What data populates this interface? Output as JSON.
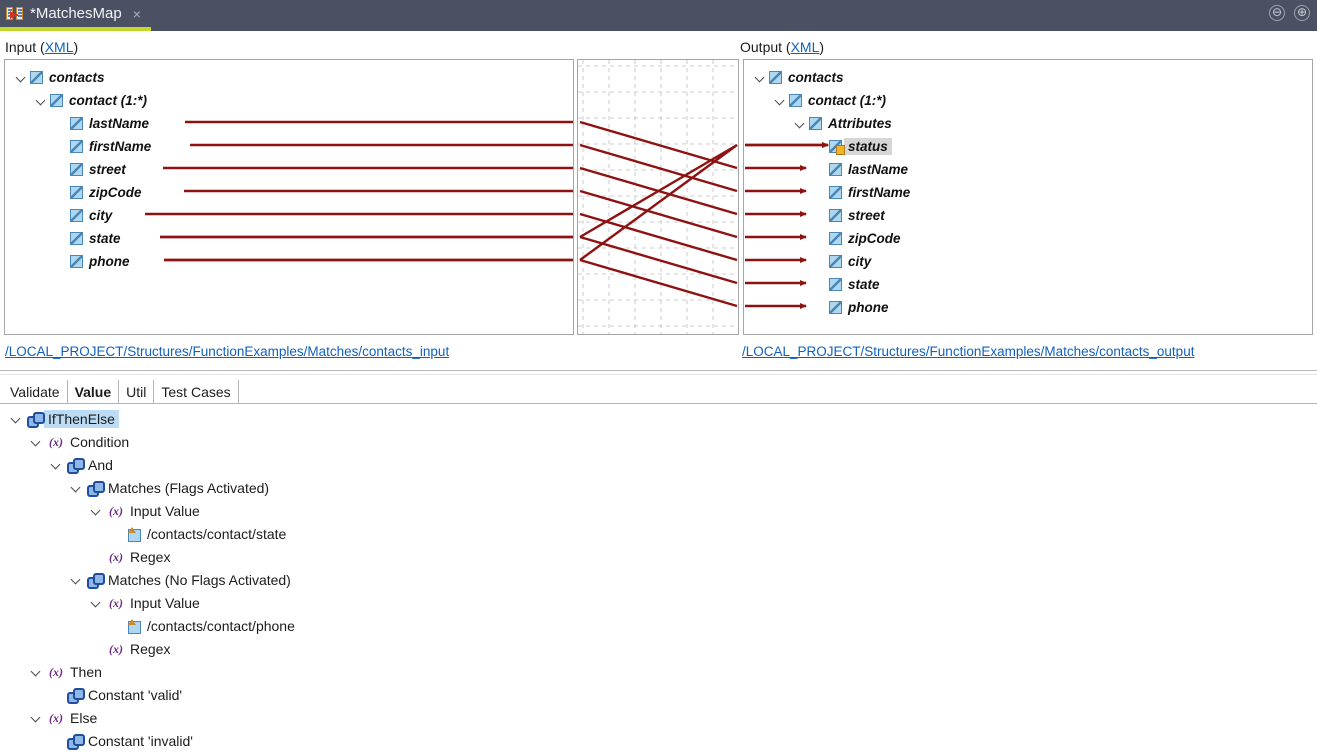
{
  "titlebar": {
    "tab_title": "*MatchesMap",
    "tab_icon": "mapping-icon",
    "close_label": "×",
    "minimize_label": "⊖",
    "maximize_label": "⊕",
    "bg_color": "#4b5162",
    "accent_color": "#c3d82c"
  },
  "input": {
    "label_prefix": "Input (",
    "label_link": "XML",
    "label_suffix": ")",
    "path": "/LOCAL_PROJECT/Structures/FunctionExamples/Matches/contacts_input",
    "nodes": [
      {
        "label": "contacts",
        "depth": 0,
        "expandable": true,
        "icon": "xml-element-icon",
        "selected": false
      },
      {
        "label": "contact (1:*)",
        "depth": 1,
        "expandable": true,
        "icon": "xml-element-icon",
        "selected": false
      },
      {
        "label": "lastName",
        "depth": 2,
        "expandable": false,
        "icon": "xml-element-icon",
        "selected": false
      },
      {
        "label": "firstName",
        "depth": 2,
        "expandable": false,
        "icon": "xml-element-icon",
        "selected": false
      },
      {
        "label": "street",
        "depth": 2,
        "expandable": false,
        "icon": "xml-element-icon",
        "selected": false
      },
      {
        "label": "zipCode",
        "depth": 2,
        "expandable": false,
        "icon": "xml-element-icon",
        "selected": false
      },
      {
        "label": "city",
        "depth": 2,
        "expandable": false,
        "icon": "xml-element-icon",
        "selected": false
      },
      {
        "label": "state",
        "depth": 2,
        "expandable": false,
        "icon": "xml-element-icon",
        "selected": false
      },
      {
        "label": "phone",
        "depth": 2,
        "expandable": false,
        "icon": "xml-element-icon",
        "selected": false
      }
    ]
  },
  "output": {
    "label_prefix": "Output (",
    "label_link": "XML",
    "label_suffix": ")",
    "path": "/LOCAL_PROJECT/Structures/FunctionExamples/Matches/contacts_output",
    "nodes": [
      {
        "label": "contacts",
        "depth": 0,
        "expandable": true,
        "icon": "xml-element-icon",
        "selected": false
      },
      {
        "label": "contact (1:*)",
        "depth": 1,
        "expandable": true,
        "icon": "xml-element-icon",
        "selected": false
      },
      {
        "label": "Attributes",
        "depth": 2,
        "expandable": true,
        "icon": "xml-element-icon",
        "selected": false
      },
      {
        "label": "status",
        "depth": 3,
        "expandable": false,
        "icon": "xml-attribute-icon",
        "selected": true
      },
      {
        "label": "lastName",
        "depth": 3,
        "expandable": false,
        "icon": "xml-element-icon",
        "selected": false
      },
      {
        "label": "firstName",
        "depth": 3,
        "expandable": false,
        "icon": "xml-element-icon",
        "selected": false
      },
      {
        "label": "street",
        "depth": 3,
        "expandable": false,
        "icon": "xml-element-icon",
        "selected": false
      },
      {
        "label": "zipCode",
        "depth": 3,
        "expandable": false,
        "icon": "xml-element-icon",
        "selected": false
      },
      {
        "label": "city",
        "depth": 3,
        "expandable": false,
        "icon": "xml-element-icon",
        "selected": false
      },
      {
        "label": "state",
        "depth": 3,
        "expandable": false,
        "icon": "xml-element-icon",
        "selected": false
      },
      {
        "label": "phone",
        "depth": 3,
        "expandable": false,
        "icon": "xml-element-icon",
        "selected": false
      }
    ]
  },
  "mapping": {
    "line_color": "#8f1212",
    "grid_color": "#cccccc",
    "links": [
      {
        "from": "lastName",
        "to": "lastName"
      },
      {
        "from": "firstName",
        "to": "firstName"
      },
      {
        "from": "street",
        "to": "street"
      },
      {
        "from": "zipCode",
        "to": "zipCode"
      },
      {
        "from": "city",
        "to": "city"
      },
      {
        "from": "state",
        "to": "status"
      },
      {
        "from": "phone",
        "to": "status"
      },
      {
        "from": "state",
        "to": "state"
      },
      {
        "from": "phone",
        "to": "phone"
      }
    ]
  },
  "bottom_tabs": {
    "items": [
      {
        "label": "Validate",
        "active": false
      },
      {
        "label": "Value",
        "active": true
      },
      {
        "label": "Util",
        "active": false
      },
      {
        "label": "Test Cases",
        "active": false
      }
    ]
  },
  "logic_tree": {
    "nodes": [
      {
        "label": "IfThenElse",
        "depth": 0,
        "expandable": true,
        "icon": "function-icon",
        "selected": true
      },
      {
        "label": "Condition",
        "depth": 1,
        "expandable": true,
        "icon": "param-icon",
        "selected": false
      },
      {
        "label": "And",
        "depth": 2,
        "expandable": true,
        "icon": "function-icon",
        "selected": false
      },
      {
        "label": "Matches (Flags Activated)",
        "depth": 3,
        "expandable": true,
        "icon": "function-icon",
        "selected": false
      },
      {
        "label": "Input Value",
        "depth": 4,
        "expandable": true,
        "icon": "param-icon",
        "selected": false
      },
      {
        "label": "/contacts/contact/state",
        "depth": 5,
        "expandable": false,
        "icon": "xpath-icon",
        "selected": false
      },
      {
        "label": "Regex",
        "depth": 4,
        "expandable": false,
        "icon": "param-icon",
        "selected": false
      },
      {
        "label": "Matches (No Flags Activated)",
        "depth": 3,
        "expandable": true,
        "icon": "function-icon",
        "selected": false
      },
      {
        "label": "Input Value",
        "depth": 4,
        "expandable": true,
        "icon": "param-icon",
        "selected": false
      },
      {
        "label": "/contacts/contact/phone",
        "depth": 5,
        "expandable": false,
        "icon": "xpath-icon",
        "selected": false
      },
      {
        "label": "Regex",
        "depth": 4,
        "expandable": false,
        "icon": "param-icon",
        "selected": false
      },
      {
        "label": "Then",
        "depth": 1,
        "expandable": true,
        "icon": "param-icon",
        "selected": false
      },
      {
        "label": "Constant 'valid'",
        "depth": 2,
        "expandable": false,
        "icon": "function-icon",
        "selected": false
      },
      {
        "label": "Else",
        "depth": 1,
        "expandable": true,
        "icon": "param-icon",
        "selected": false
      },
      {
        "label": "Constant 'invalid'",
        "depth": 2,
        "expandable": false,
        "icon": "function-icon",
        "selected": false
      }
    ]
  }
}
